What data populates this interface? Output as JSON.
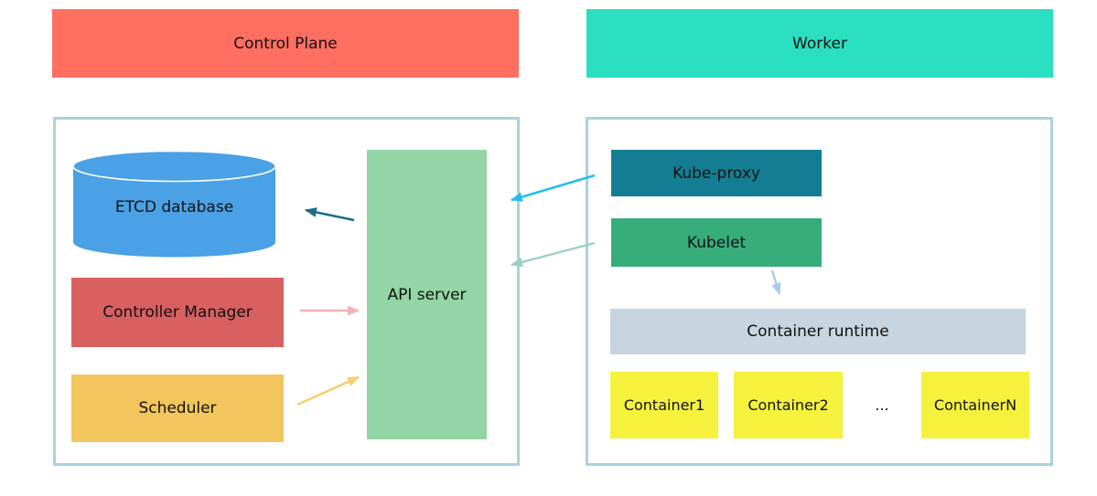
{
  "headers": {
    "control_plane": {
      "label": "Control Plane",
      "bg": "#ff6f61"
    },
    "worker": {
      "label": "Worker",
      "bg": "#2adfc0"
    }
  },
  "panel_border_color": "#abd2e0",
  "control_plane": {
    "etcd": {
      "label": "ETCD database",
      "fill": "#4aa1e5"
    },
    "controller_manager": {
      "label": "Controller Manager",
      "bg": "#d96060"
    },
    "scheduler": {
      "label": "Scheduler",
      "bg": "#f2c65d"
    },
    "api_server": {
      "label": "API server",
      "bg": "#93d5a4"
    }
  },
  "worker": {
    "kube_proxy": {
      "label": "Kube-proxy",
      "bg": "#137e93"
    },
    "kubelet": {
      "label": "Kubelet",
      "bg": "#37ad7b"
    },
    "container_runtime": {
      "label": "Container runtime",
      "bg": "#c6d5df"
    },
    "container_1": {
      "label": "Container1",
      "bg": "#f5f23e"
    },
    "container_2": {
      "label": "Container2",
      "bg": "#f5f23e"
    },
    "container_n": {
      "label": "ContainerN",
      "bg": "#f5f23e"
    },
    "ellipsis": "..."
  },
  "arrows": {
    "api_to_etcd": {
      "from": "API server",
      "to": "ETCD database",
      "color": "#1e6d86"
    },
    "controller_to_api": {
      "from": "Controller Manager",
      "to": "API server",
      "color": "#f6b0b6"
    },
    "scheduler_to_api": {
      "from": "Scheduler",
      "to": "API server",
      "color": "#f8ce6e"
    },
    "kubeproxy_to_api": {
      "from": "Kube-proxy",
      "to": "API server",
      "color": "#25bee9"
    },
    "kubelet_to_api": {
      "from": "Kubelet",
      "to": "API server",
      "color": "#9ccfbe"
    },
    "kubelet_to_runtime": {
      "from": "Kubelet",
      "to": "Container runtime",
      "color": "#a9cbe8"
    }
  }
}
